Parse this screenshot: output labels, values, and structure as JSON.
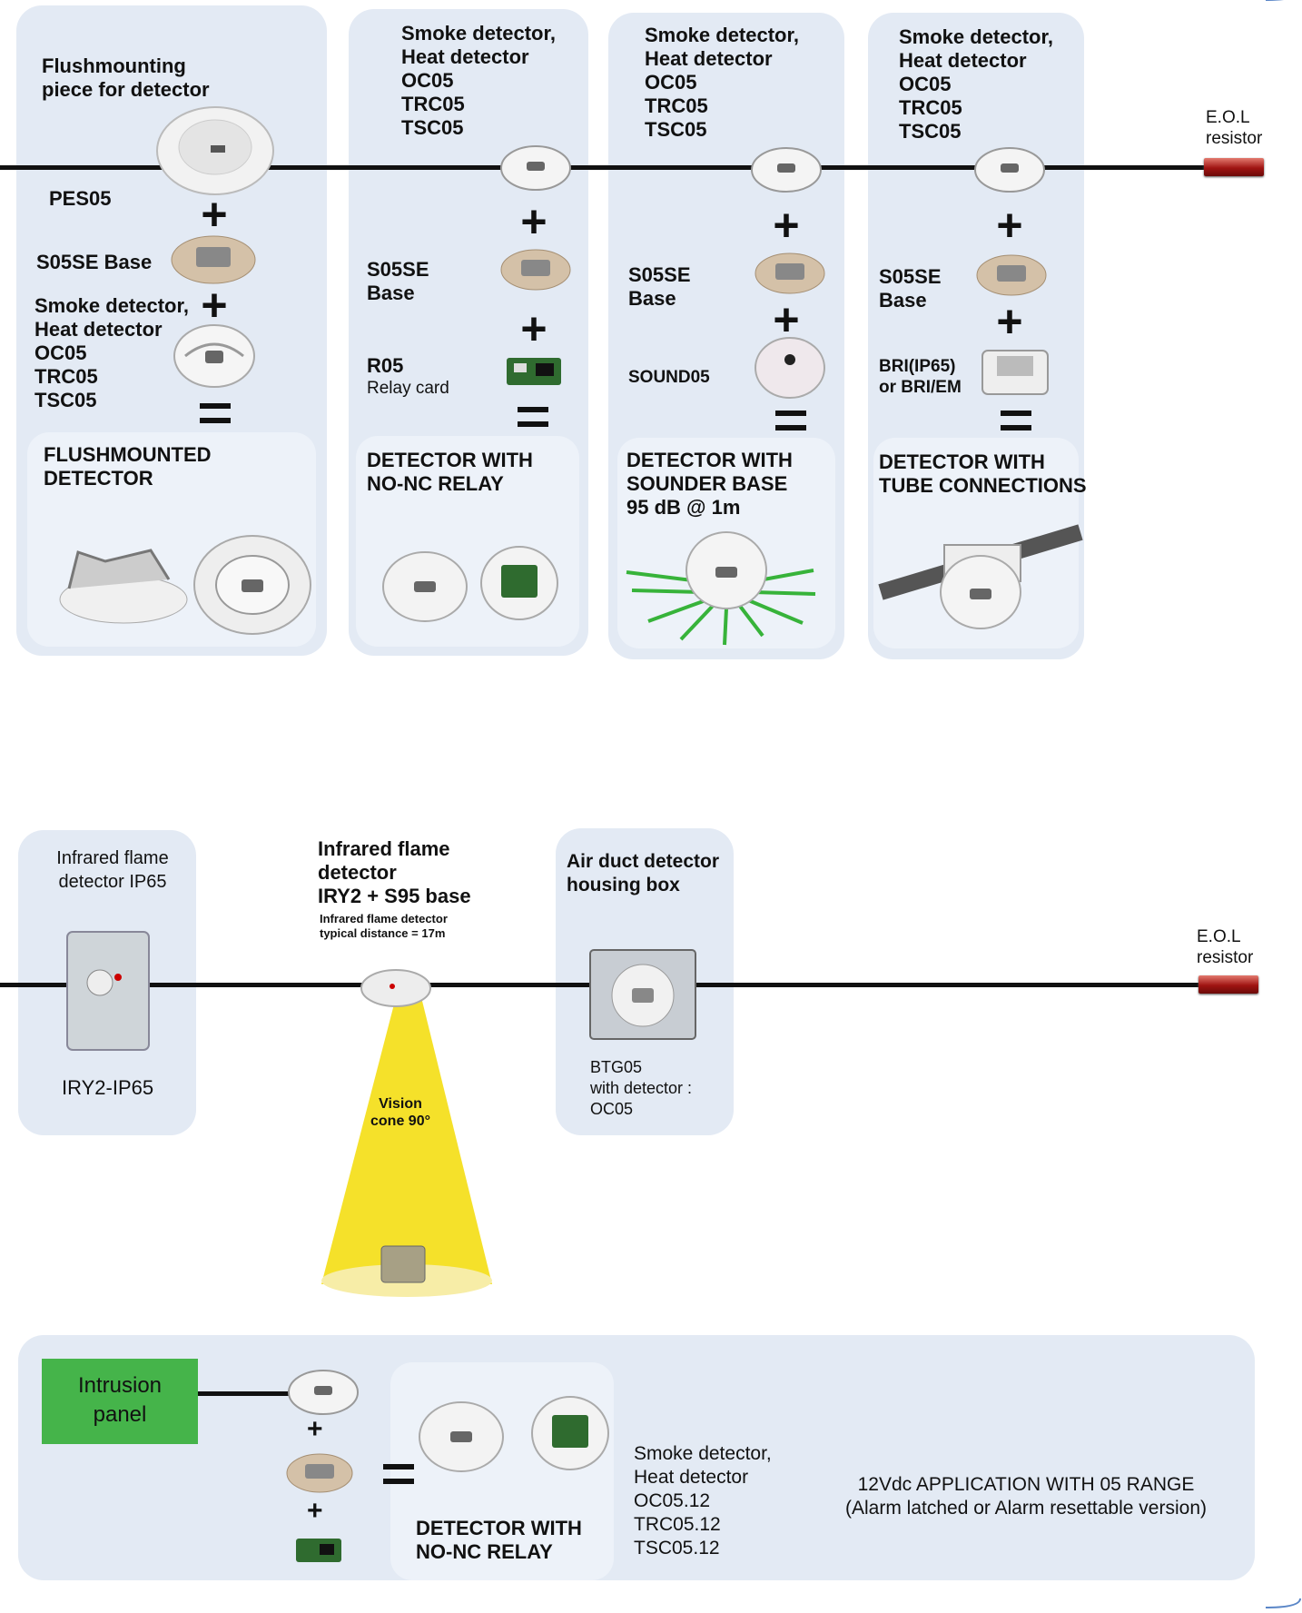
{
  "eol": {
    "label": "E.O.L\nresistor"
  },
  "top": {
    "col1": {
      "heading": "Flushmounting\npiece for detector",
      "part": "PES05",
      "base": "S05SE Base",
      "detectors": "Smoke detector,\nHeat detector\nOC05\nTRC05\nTSC05",
      "result": "FLUSHMOUNTED\nDETECTOR"
    },
    "col2": {
      "detectors": "Smoke detector,\nHeat detector\nOC05\nTRC05\nTSC05",
      "base": "S05SE\nBase",
      "part": "R05",
      "part_desc": "Relay card",
      "result": "DETECTOR WITH\nNO-NC RELAY"
    },
    "col3": {
      "detectors": "Smoke detector,\nHeat detector\nOC05\nTRC05\nTSC05",
      "base": "S05SE\nBase",
      "part": "SOUND05",
      "result": "DETECTOR WITH\nSOUNDER BASE\n95 dB @ 1m"
    },
    "col4": {
      "detectors": "Smoke detector,\nHeat detector\nOC05\nTRC05\nTSC05",
      "base": "S05SE\nBase",
      "part": "BRI(IP65)\nor BRI/EM",
      "result": "DETECTOR WITH\nTUBE CONNECTIONS"
    }
  },
  "middle": {
    "flame_ip65": {
      "heading": "Infrared flame\ndetector IP65",
      "model": "IRY2-IP65"
    },
    "flame_iry2": {
      "heading": "Infrared flame\ndetector\nIRY2 + S95 base",
      "note": "Infrared flame detector\ntypical distance = 17m",
      "cone": "Vision\ncone 90°"
    },
    "air_duct": {
      "heading": "Air duct detector\nhousing box",
      "model": "BTG05\nwith detector :\nOC05"
    }
  },
  "bottom": {
    "panel_label": "Intrusion\npanel",
    "result": "DETECTOR WITH\nNO-NC RELAY",
    "detectors": "Smoke detector,\nHeat detector\nOC05.12\nTRC05.12\nTSC05.12",
    "application": "12Vdc APPLICATION WITH 05 RANGE\n(Alarm latched or Alarm resettable version)"
  },
  "colors": {
    "panel": "#e3eaf4",
    "inner": "#edf2f9",
    "intrusion_green": "#45b44a",
    "cone_yellow": "#f5e12a",
    "sounder_green": "#37b33a",
    "resistor_red": "#a01412"
  },
  "icons": [
    "detector-head-icon",
    "detector-base-icon",
    "relay-card-icon",
    "sounder-base-icon",
    "tube-box-icon",
    "flushmount-piece-icon",
    "flame-detector-box-icon",
    "duct-housing-icon",
    "eol-resistor-icon"
  ]
}
